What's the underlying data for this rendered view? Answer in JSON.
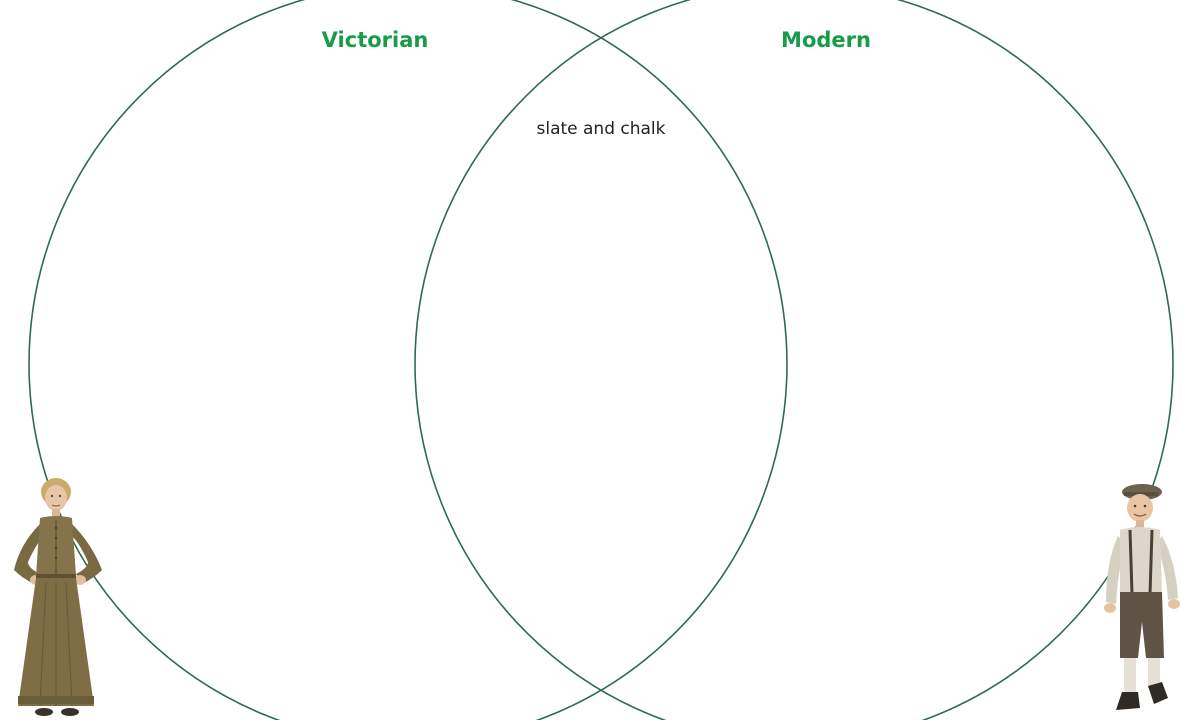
{
  "venn": {
    "left_label": "Victorian",
    "right_label": "Modern",
    "overlap_items": [
      "slate and chalk"
    ],
    "circle_stroke_color": "#2f6b4f",
    "label_color": "#1a9a4b"
  },
  "figures": {
    "left": "victorian-woman-illustration",
    "right": "victorian-boy-illustration"
  }
}
